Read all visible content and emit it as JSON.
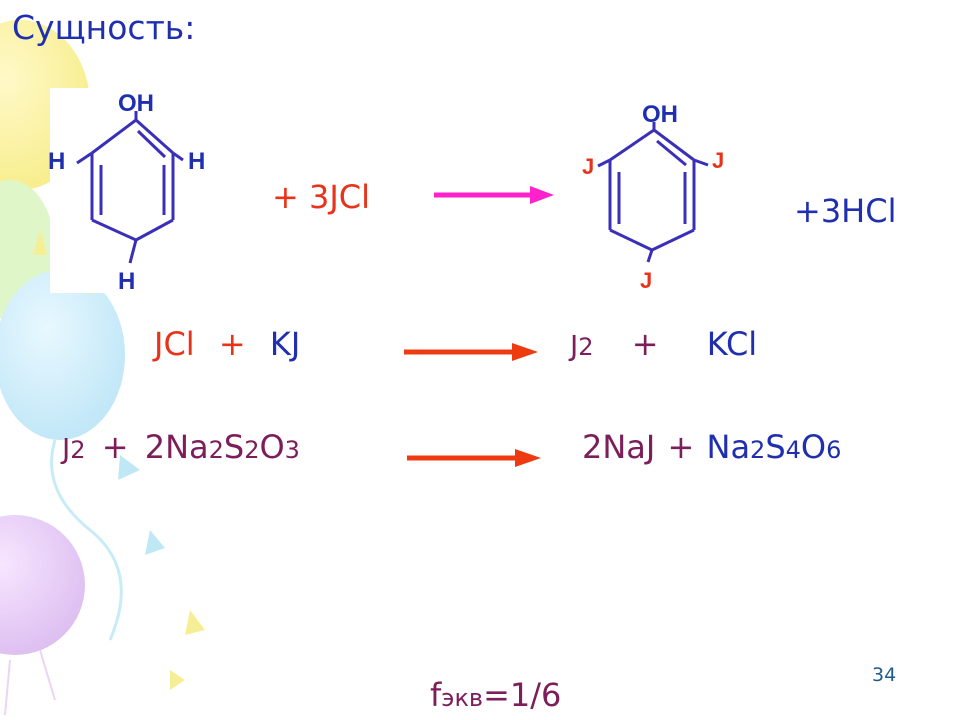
{
  "heading": "Сущность:",
  "reaction1": {
    "reactant_label": "+ 3JCl",
    "product_label": "+3HCl",
    "phenol": {
      "top": "OH",
      "left": "H",
      "right": "H",
      "bottom": "H"
    },
    "triiodophenol": {
      "top": "OH",
      "left": "J",
      "right": "J",
      "bottom": "J"
    }
  },
  "reaction2": {
    "left": [
      "JCl",
      "+",
      "KJ"
    ],
    "right": [
      "J",
      "2",
      "+",
      "KCl"
    ]
  },
  "reaction3": {
    "left": {
      "j": "J",
      "j_sub": "2",
      "plus": "+",
      "coef": "2Na",
      "s1": "2",
      "s": "S",
      "s2": "2",
      "o": "O",
      "o3": "3"
    },
    "right": {
      "a": "2NaJ",
      "plus": "+",
      "na": "Na",
      "n2": "2",
      "s": "S",
      "s4": "4",
      "o": "O",
      "o6": "6"
    }
  },
  "fekv": {
    "f": "f",
    "sub": "экв",
    "val": "=1/6"
  },
  "page_number": "34",
  "colors": {
    "heading": "#1f2fb0",
    "red": "#e8331a",
    "blue": "#1f2fb0",
    "maroon": "#7b1e5a",
    "magenta_arrow": "#ff22cc",
    "red_arrow": "#ee3a10"
  }
}
